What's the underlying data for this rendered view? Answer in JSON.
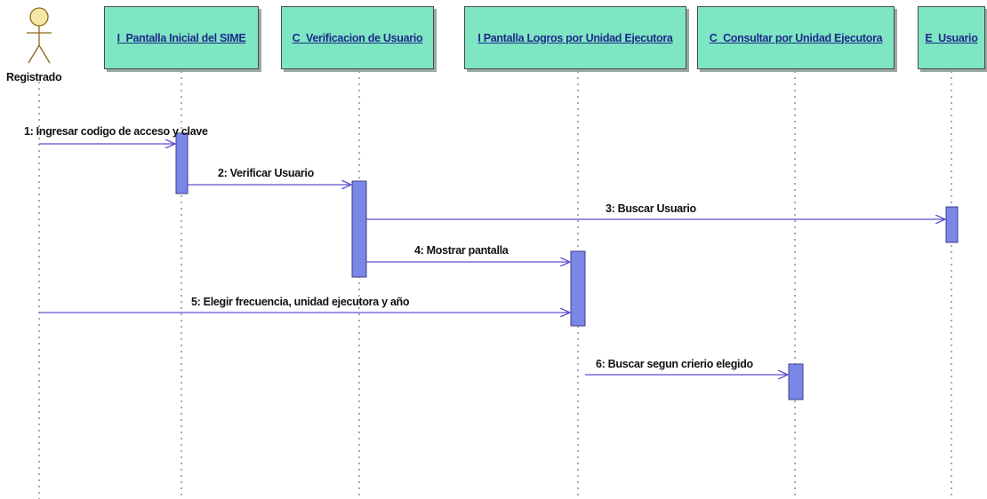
{
  "actor": {
    "name": "Registrado"
  },
  "objects": [
    {
      "label": "I_Pantalla Inicial del SIME"
    },
    {
      "label": "C_Verificacion de Usuario"
    },
    {
      "label": "I Pantalla Logros por Unidad Ejecutora"
    },
    {
      "label": "C_Consultar por Unidad Ejecutora"
    },
    {
      "label": "E_Usuario"
    }
  ],
  "messages": [
    {
      "label": "1: Ingresar codigo de acceso y clave"
    },
    {
      "label": "2: Verificar Usuario"
    },
    {
      "label": "3: Buscar Usuario"
    },
    {
      "label": "4: Mostrar pantalla"
    },
    {
      "label": "5: Elegir frecuencia, unidad ejecutora y año"
    },
    {
      "label": "6: Buscar segun crierio elegido"
    }
  ],
  "colors": {
    "object_fill": "#7ee6c3",
    "activation_fill": "#7b86e6",
    "message_line": "#5a4fd0",
    "lifeline": "#555555",
    "label_blue": "#1f2a8a"
  }
}
